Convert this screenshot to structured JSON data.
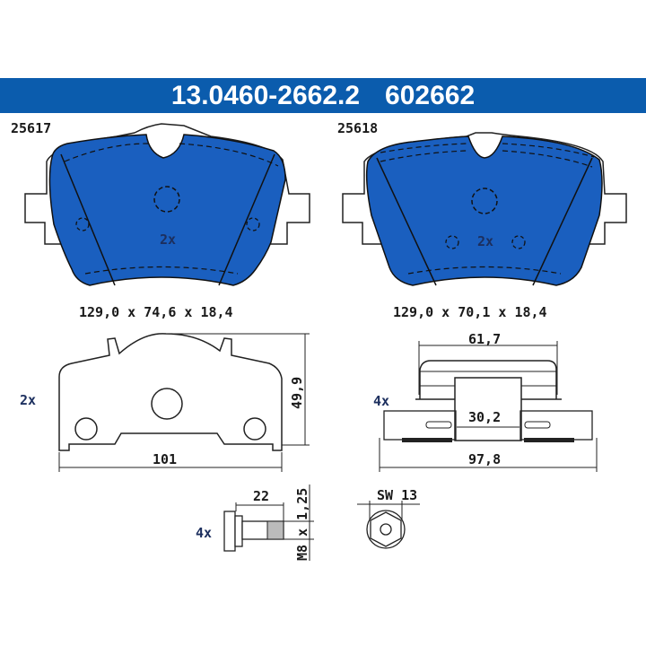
{
  "header": {
    "part_number": "13.0460-2662.2",
    "ref_number": "602662",
    "background_color": "#0b5cad",
    "text_color": "#ffffff"
  },
  "pads": [
    {
      "id": "25617",
      "quantity": "2x",
      "dimensions": "129,0 x 74,6 x 18,4",
      "fill_color": "#1a5fbf"
    },
    {
      "id": "25618",
      "quantity": "2x",
      "dimensions": "129,0 x 70,1 x 18,4",
      "fill_color": "#1a5fbf"
    }
  ],
  "shim": {
    "quantity": "2x",
    "width": "101",
    "height": "49,9"
  },
  "clip": {
    "quantity": "4x",
    "top_width": "61,7",
    "inner_width": "30,2",
    "overall_width": "97,8"
  },
  "bolt": {
    "quantity": "4x",
    "length": "22",
    "thread": "M8 x 1,25",
    "wrench_size": "SW 13"
  }
}
